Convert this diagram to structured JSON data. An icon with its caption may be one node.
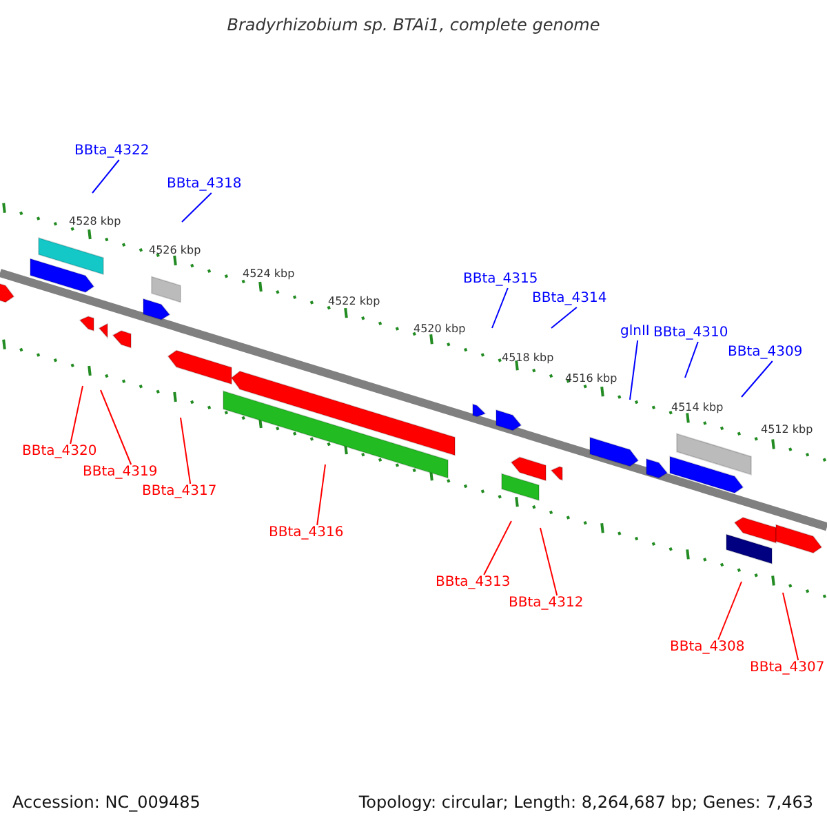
{
  "diagram": {
    "title": "Bradyrhizobium sp. BTAi1, complete genome",
    "nodes": [
      {
        "text": [
          "BBta_4322"
        ]
      },
      {
        "text": [
          "BBta_4318"
        ]
      },
      {
        "text": [
          "BBta_4315"
        ]
      },
      {
        "text": [
          "BBta_4314"
        ]
      },
      {
        "text": [
          "glnII"
        ]
      },
      {
        "text": [
          "BBta_4310"
        ]
      },
      {
        "text": [
          "BBta_4309"
        ]
      },
      {
        "text": [
          "BBta_4320"
        ]
      },
      {
        "text": [
          "BBta_4319"
        ]
      },
      {
        "text": [
          "BBta_4317"
        ]
      },
      {
        "text": [
          "BBta_4316"
        ]
      },
      {
        "text": [
          "BBta_4313"
        ]
      },
      {
        "text": [
          "BBta_4312"
        ]
      },
      {
        "text": [
          "BBta_4308"
        ]
      },
      {
        "text": [
          "BBta_4307"
        ]
      }
    ],
    "edges": [
      {
        "from": 0,
        "to": null,
        "arrow": "none",
        "color": "#0000ff"
      },
      {
        "from": 1,
        "to": null,
        "arrow": "none",
        "color": "#0000ff"
      },
      {
        "from": 2,
        "to": null,
        "arrow": "none",
        "color": "#0000ff"
      },
      {
        "from": 3,
        "to": null,
        "arrow": "none",
        "color": "#0000ff"
      },
      {
        "from": 4,
        "to": null,
        "arrow": "none",
        "color": "#0000ff"
      },
      {
        "from": 5,
        "to": null,
        "arrow": "none",
        "color": "#0000ff"
      },
      {
        "from": 6,
        "to": null,
        "arrow": "none",
        "color": "#0000ff"
      },
      {
        "from": 7,
        "to": null,
        "arrow": "none"
      },
      {
        "from": 8,
        "to": null,
        "arrow": "none"
      },
      {
        "from": 9,
        "to": null,
        "arrow": "none"
      },
      {
        "from": 10,
        "to": null,
        "arrow": "none"
      },
      {
        "from": 11,
        "to": null,
        "arrow": "none"
      },
      {
        "from": 12,
        "to": null,
        "arrow": "none"
      },
      {
        "from": 13,
        "to": null,
        "arrow": "none"
      },
      {
        "from": 14,
        "to": null,
        "arrow": "none"
      }
    ],
    "labels": [
      "4528 kbp",
      "4526 kbp",
      "4524 kbp",
      "4522 kbp",
      "4520 kbp",
      "4518 kbp",
      "4516 kbp",
      "4514 kbp",
      "4512 kbp",
      "Accession: NC_009485",
      "Topology: circular; Length: 8,264,687 bp; Genes: 7,463"
    ]
  }
}
